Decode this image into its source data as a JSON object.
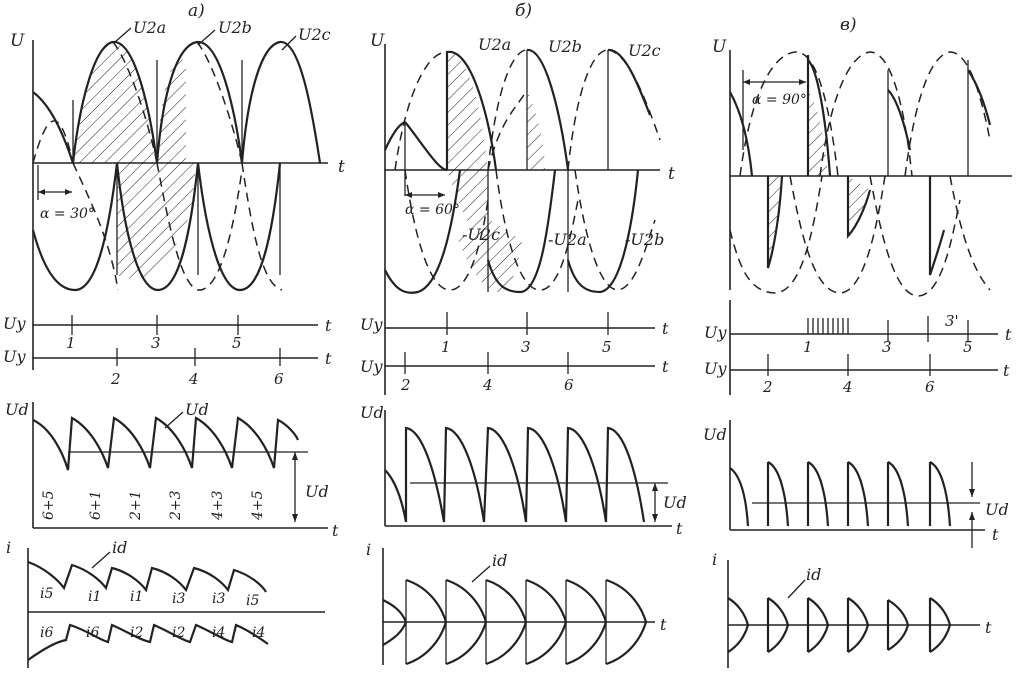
{
  "panels": [
    {
      "id": "a",
      "title": "а)",
      "u_axis": "U",
      "t_axis": "t",
      "waves": [
        "U2a",
        "U2b",
        "U2c"
      ],
      "neg_waves": [],
      "alpha_label": "α = 30°",
      "uy_label": "Uy",
      "uy_pulses_top": [
        "1",
        "3",
        "5"
      ],
      "uy_pulses_bottom": [
        "2",
        "4",
        "6"
      ],
      "ud_axis": "Ud",
      "ud_curve_label": "Ud",
      "ud_mean_label": "Ud",
      "ud_segments": [
        "6+5",
        "6+1",
        "2+1",
        "2+3",
        "4+3",
        "4+5"
      ],
      "i_axis": "i",
      "id_label": "id",
      "i_top_labels": [
        "i5",
        "i1",
        "i1",
        "i3",
        "i3",
        "i5"
      ],
      "i_bottom_labels": [
        "i6",
        "i6",
        "i2",
        "i2",
        "i4",
        "i4"
      ]
    },
    {
      "id": "b",
      "title": "б)",
      "u_axis": "U",
      "t_axis": "t",
      "waves": [
        "U2a",
        "U2b",
        "U2c"
      ],
      "neg_waves": [
        "-U2c",
        "-U2a",
        "-U2b"
      ],
      "alpha_label": "α = 60°",
      "uy_label": "Uy",
      "uy_pulses_top": [
        "1",
        "3",
        "5"
      ],
      "uy_pulses_bottom": [
        "2",
        "4",
        "6"
      ],
      "ud_axis": "Ud",
      "ud_mean_label": "Ud",
      "i_axis": "i",
      "id_label": "id"
    },
    {
      "id": "c",
      "title": "в)",
      "u_axis": "U",
      "t_axis": "t",
      "alpha_label": "α = 90°",
      "uy_label": "Uy",
      "uy_pulses_top": [
        "1",
        "3",
        "5"
      ],
      "uy_extra": "3'",
      "uy_pulses_bottom": [
        "2",
        "4",
        "6"
      ],
      "ud_axis": "Ud",
      "ud_mean_label": "Ud",
      "i_axis": "i",
      "id_label": "id"
    }
  ]
}
